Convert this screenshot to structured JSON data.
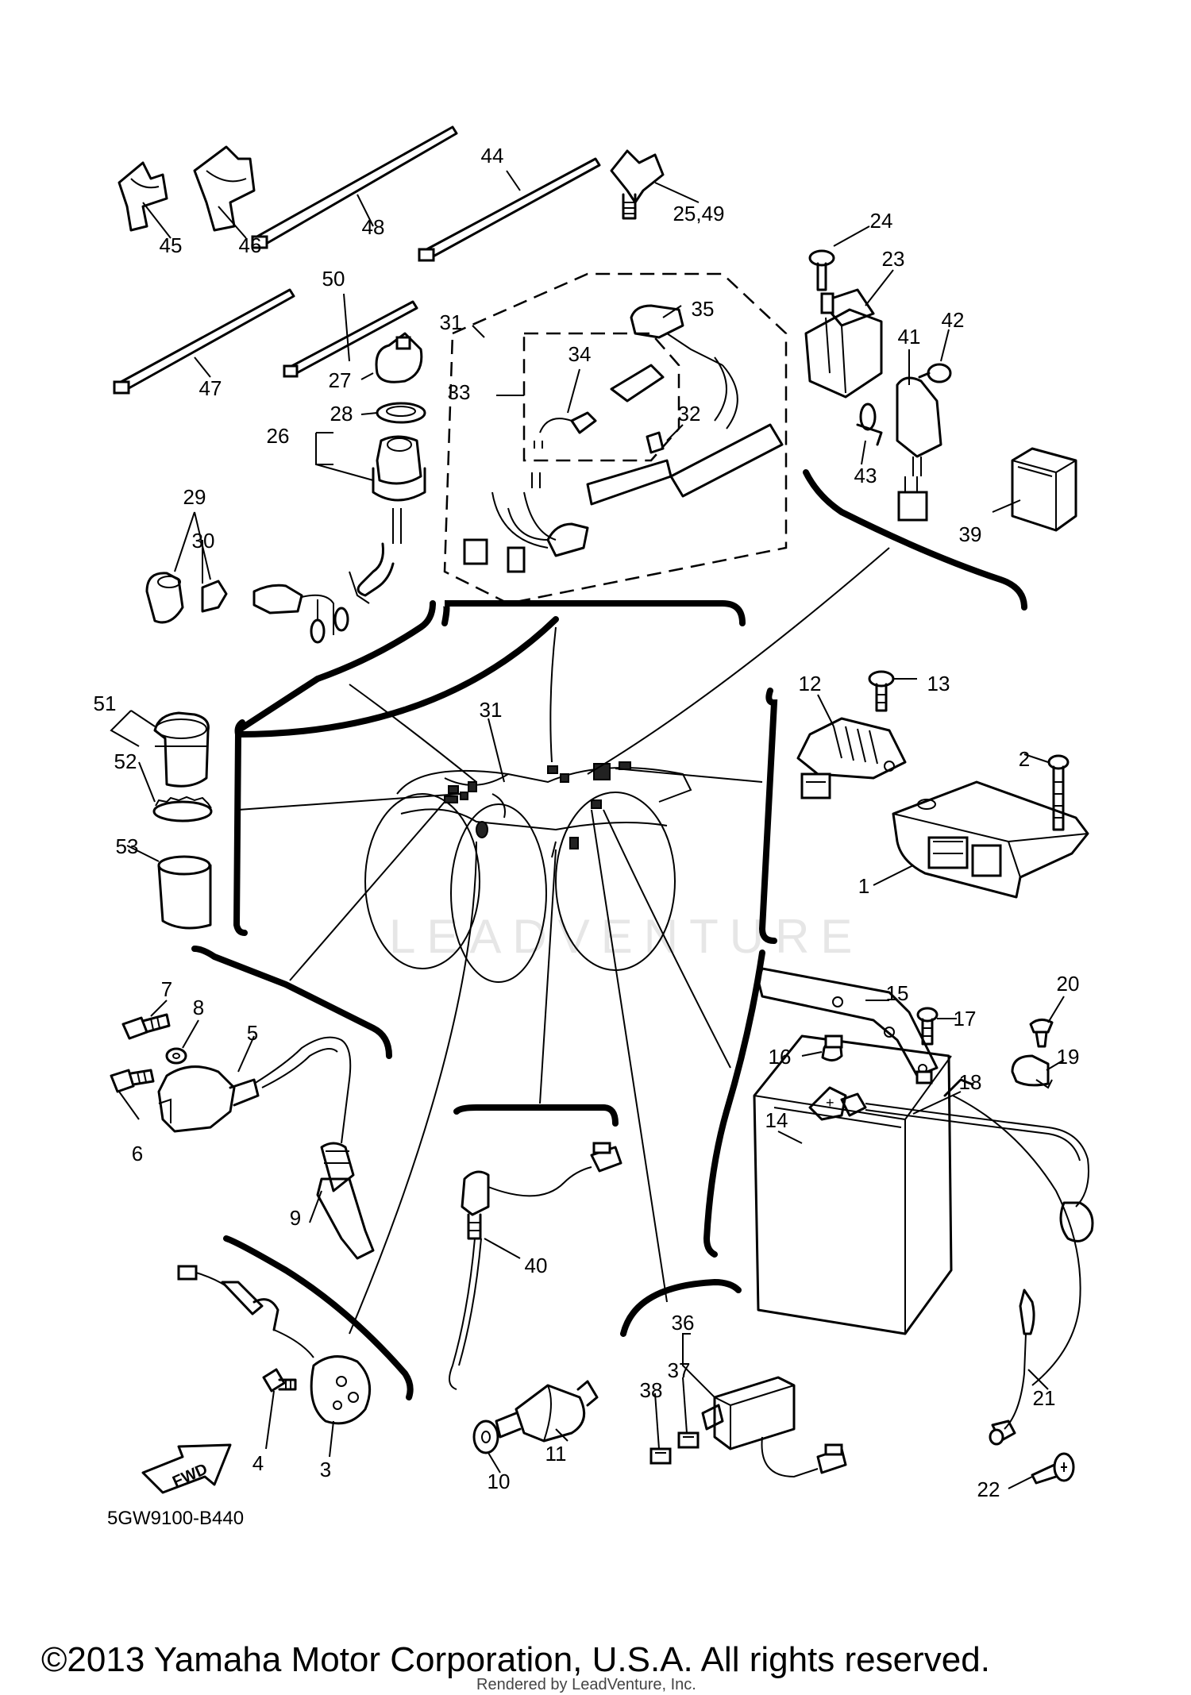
{
  "diagram": {
    "code": "5GW9100-B440",
    "fwd_label": "FWD",
    "watermark": "LEADVENTURE",
    "copyright": "©2013 Yamaha Motor Corporation, U.S.A. All rights reserved.",
    "rendered_by": "Rendered by LeadVenture, Inc.",
    "callouts": [
      "45",
      "46",
      "48",
      "44",
      "25,49",
      "24",
      "23",
      "42",
      "50",
      "31",
      "35",
      "41",
      "47",
      "27",
      "34",
      "28",
      "33",
      "32",
      "26",
      "43",
      "39",
      "29",
      "30",
      "51",
      "31",
      "12",
      "13",
      "2",
      "52",
      "53",
      "1",
      "7",
      "15",
      "17",
      "20",
      "8",
      "5",
      "16",
      "19",
      "18",
      "6",
      "14",
      "9",
      "40",
      "36",
      "37",
      "38",
      "21",
      "4",
      "11",
      "3",
      "10",
      "22"
    ]
  }
}
